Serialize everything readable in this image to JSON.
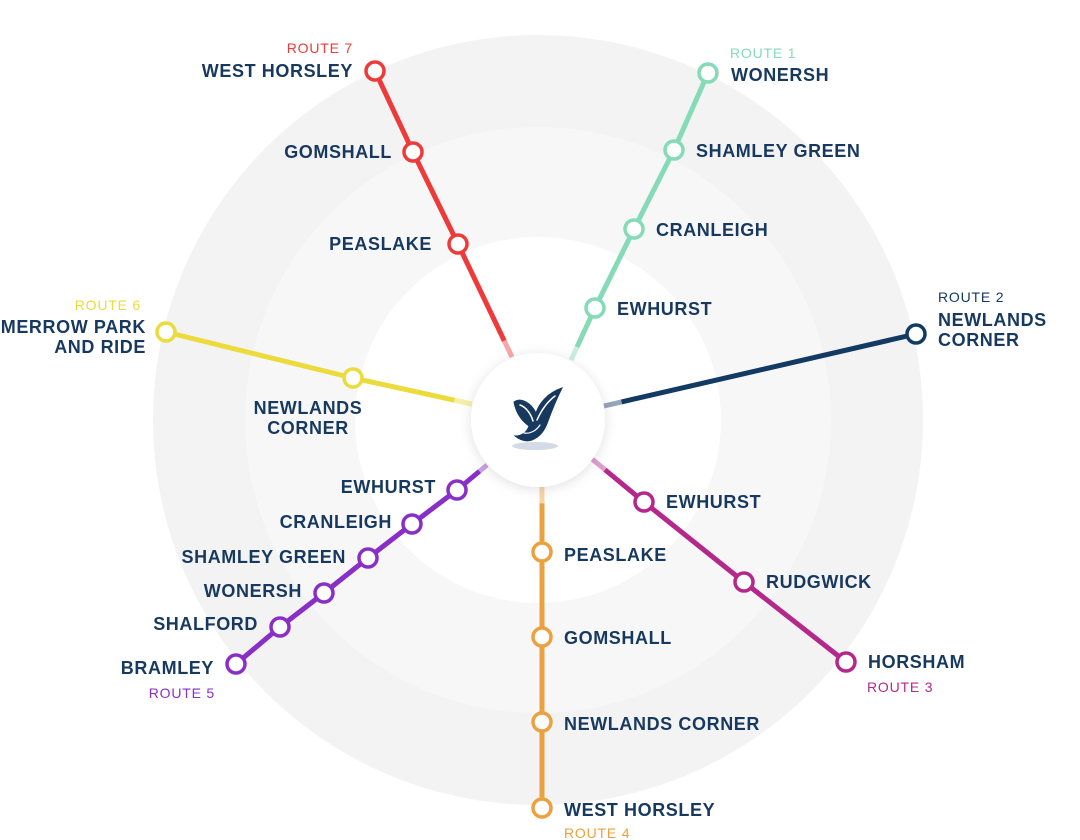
{
  "hub": {
    "logo_icon": "bird-logo-icon"
  },
  "ring_colors": [
    "#f3f3f3",
    "#f7f7f7",
    "#ffffff"
  ],
  "routes": [
    {
      "id": "route-1",
      "tag": "ROUTE 1",
      "color": "#84dbb5",
      "stops": [
        "EWHURST",
        "CRANLEIGH",
        "SHAMLEY GREEN",
        "WONERSH"
      ]
    },
    {
      "id": "route-2",
      "tag": "ROUTE 2",
      "color": "#133a63",
      "stops": [
        "NEWLANDS CORNER"
      ]
    },
    {
      "id": "route-3",
      "tag": "ROUTE 3",
      "color": "#b4288c",
      "stops": [
        "EWHURST",
        "RUDGWICK",
        "HORSHAM"
      ]
    },
    {
      "id": "route-4",
      "tag": "ROUTE 4",
      "color": "#eba13f",
      "stops": [
        "PEASLAKE",
        "GOMSHALL",
        "NEWLANDS CORNER",
        "WEST HORSLEY"
      ]
    },
    {
      "id": "route-5",
      "tag": "ROUTE 5",
      "color": "#8a2fc6",
      "stops": [
        "EWHURST",
        "CRANLEIGH",
        "SHAMLEY GREEN",
        "WONERSH",
        "SHALFORD",
        "BRAMLEY"
      ]
    },
    {
      "id": "route-6",
      "tag": "ROUTE 6",
      "color": "#ebdb3c",
      "stops": [
        "NEWLANDS CORNER",
        "MERROW PARK AND RIDE"
      ]
    },
    {
      "id": "route-7",
      "tag": "ROUTE 7",
      "color": "#ef3a3a",
      "stops": [
        "PEASLAKE",
        "GOMSHALL",
        "WEST HORSLEY"
      ]
    }
  ]
}
